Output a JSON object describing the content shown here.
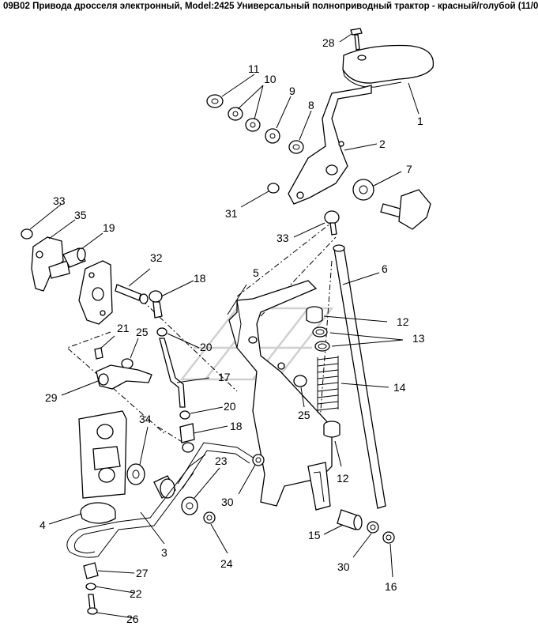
{
  "title": "09B02 Привода дросселя электронный, Model:2425 Универсальный полноприводный трактор - красный/голубой (11/0",
  "callouts": [
    {
      "id": "c28a",
      "text": "28"
    },
    {
      "id": "c1",
      "text": "1"
    },
    {
      "id": "c11",
      "text": "11"
    },
    {
      "id": "c10",
      "text": "10"
    },
    {
      "id": "c9",
      "text": "9"
    },
    {
      "id": "c8",
      "text": "8"
    },
    {
      "id": "c2",
      "text": "2"
    },
    {
      "id": "c7",
      "text": "7"
    },
    {
      "id": "c31",
      "text": "31"
    },
    {
      "id": "c33a",
      "text": "33"
    },
    {
      "id": "c35",
      "text": "35"
    },
    {
      "id": "c19",
      "text": "19"
    },
    {
      "id": "c33b",
      "text": "33"
    },
    {
      "id": "c32",
      "text": "32"
    },
    {
      "id": "c18a",
      "text": "18"
    },
    {
      "id": "c5",
      "text": "5"
    },
    {
      "id": "c6",
      "text": "6"
    },
    {
      "id": "c12a",
      "text": "12"
    },
    {
      "id": "c13",
      "text": "13"
    },
    {
      "id": "c21",
      "text": "21"
    },
    {
      "id": "c25a",
      "text": "25"
    },
    {
      "id": "c20a",
      "text": "20"
    },
    {
      "id": "c17",
      "text": "17"
    },
    {
      "id": "c29",
      "text": "29"
    },
    {
      "id": "c14",
      "text": "14"
    },
    {
      "id": "c25b",
      "text": "25"
    },
    {
      "id": "c20b",
      "text": "20"
    },
    {
      "id": "c34",
      "text": "34"
    },
    {
      "id": "c18b",
      "text": "18"
    },
    {
      "id": "c23",
      "text": "23"
    },
    {
      "id": "c12b",
      "text": "12"
    },
    {
      "id": "c30a",
      "text": "30"
    },
    {
      "id": "c4",
      "text": "4"
    },
    {
      "id": "c3",
      "text": "3"
    },
    {
      "id": "c24",
      "text": "24"
    },
    {
      "id": "c15",
      "text": "15"
    },
    {
      "id": "c27",
      "text": "27"
    },
    {
      "id": "c22",
      "text": "22"
    },
    {
      "id": "c30b",
      "text": "30"
    },
    {
      "id": "c16",
      "text": "16"
    },
    {
      "id": "c26",
      "text": "26"
    }
  ]
}
